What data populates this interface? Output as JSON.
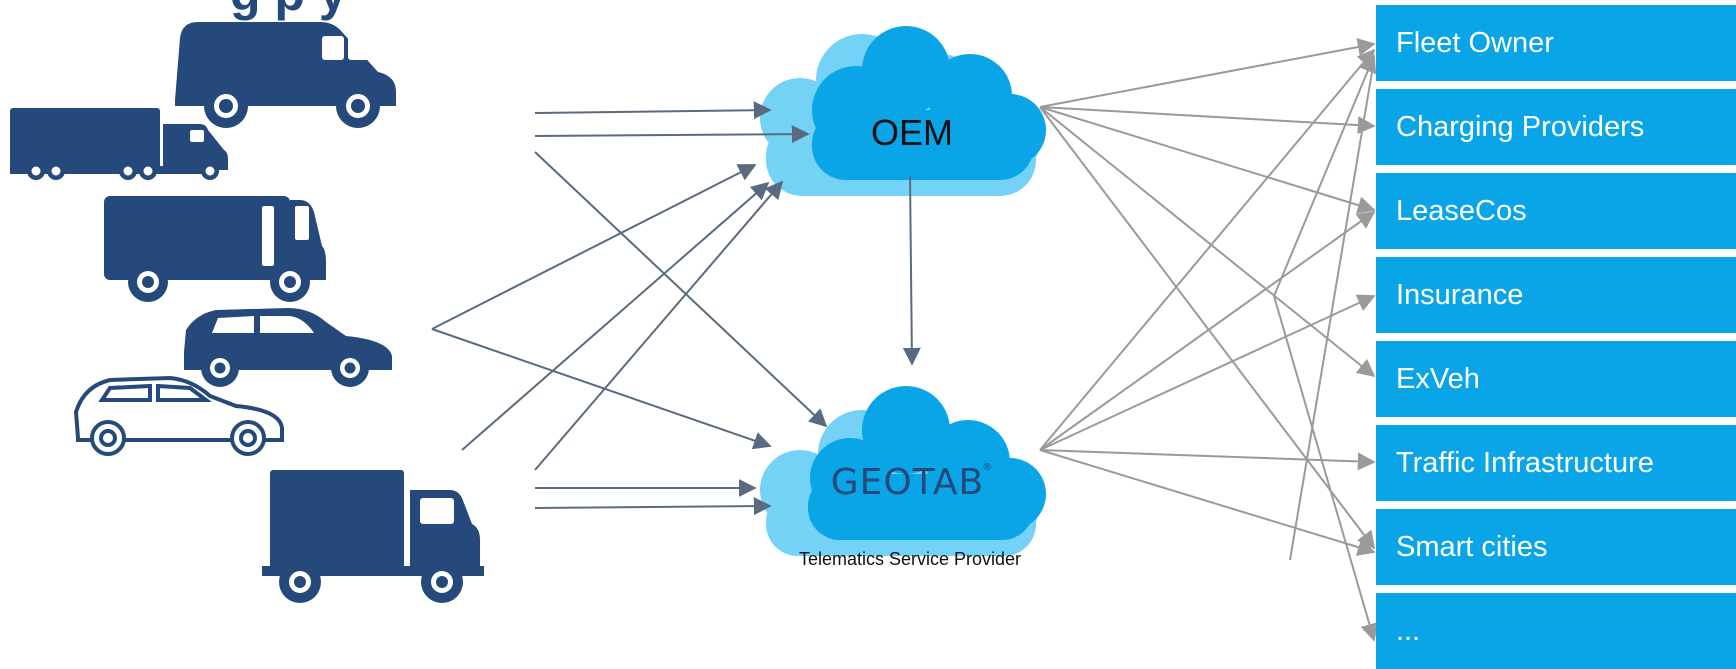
{
  "title_fragment": "g    p     y",
  "clouds": {
    "oem_label": "OEM",
    "tsp_brand": "GEOTAB",
    "tsp_caption": "Telematics Service Provider"
  },
  "recipients": [
    {
      "label": "Fleet Owner"
    },
    {
      "label": "Charging Providers"
    },
    {
      "label": "LeaseCos"
    },
    {
      "label": "Insurance"
    },
    {
      "label": "ExVeh"
    },
    {
      "label": "Traffic Infrastructure"
    },
    {
      "label": "Smart cities"
    },
    {
      "label": "..."
    }
  ],
  "vehicles": [
    "cargo-van",
    "semi-truck",
    "delivery-van",
    "suv",
    "car-outline",
    "box-truck"
  ],
  "colors": {
    "vehicle": "#24497a",
    "cloud_front": "#0aa5e6",
    "cloud_back": "#73d2f5",
    "recipient_bg": "#0aa5e6",
    "vehicle_arrows": "#5a6a80",
    "output_arrows": "#9a9a9a"
  }
}
